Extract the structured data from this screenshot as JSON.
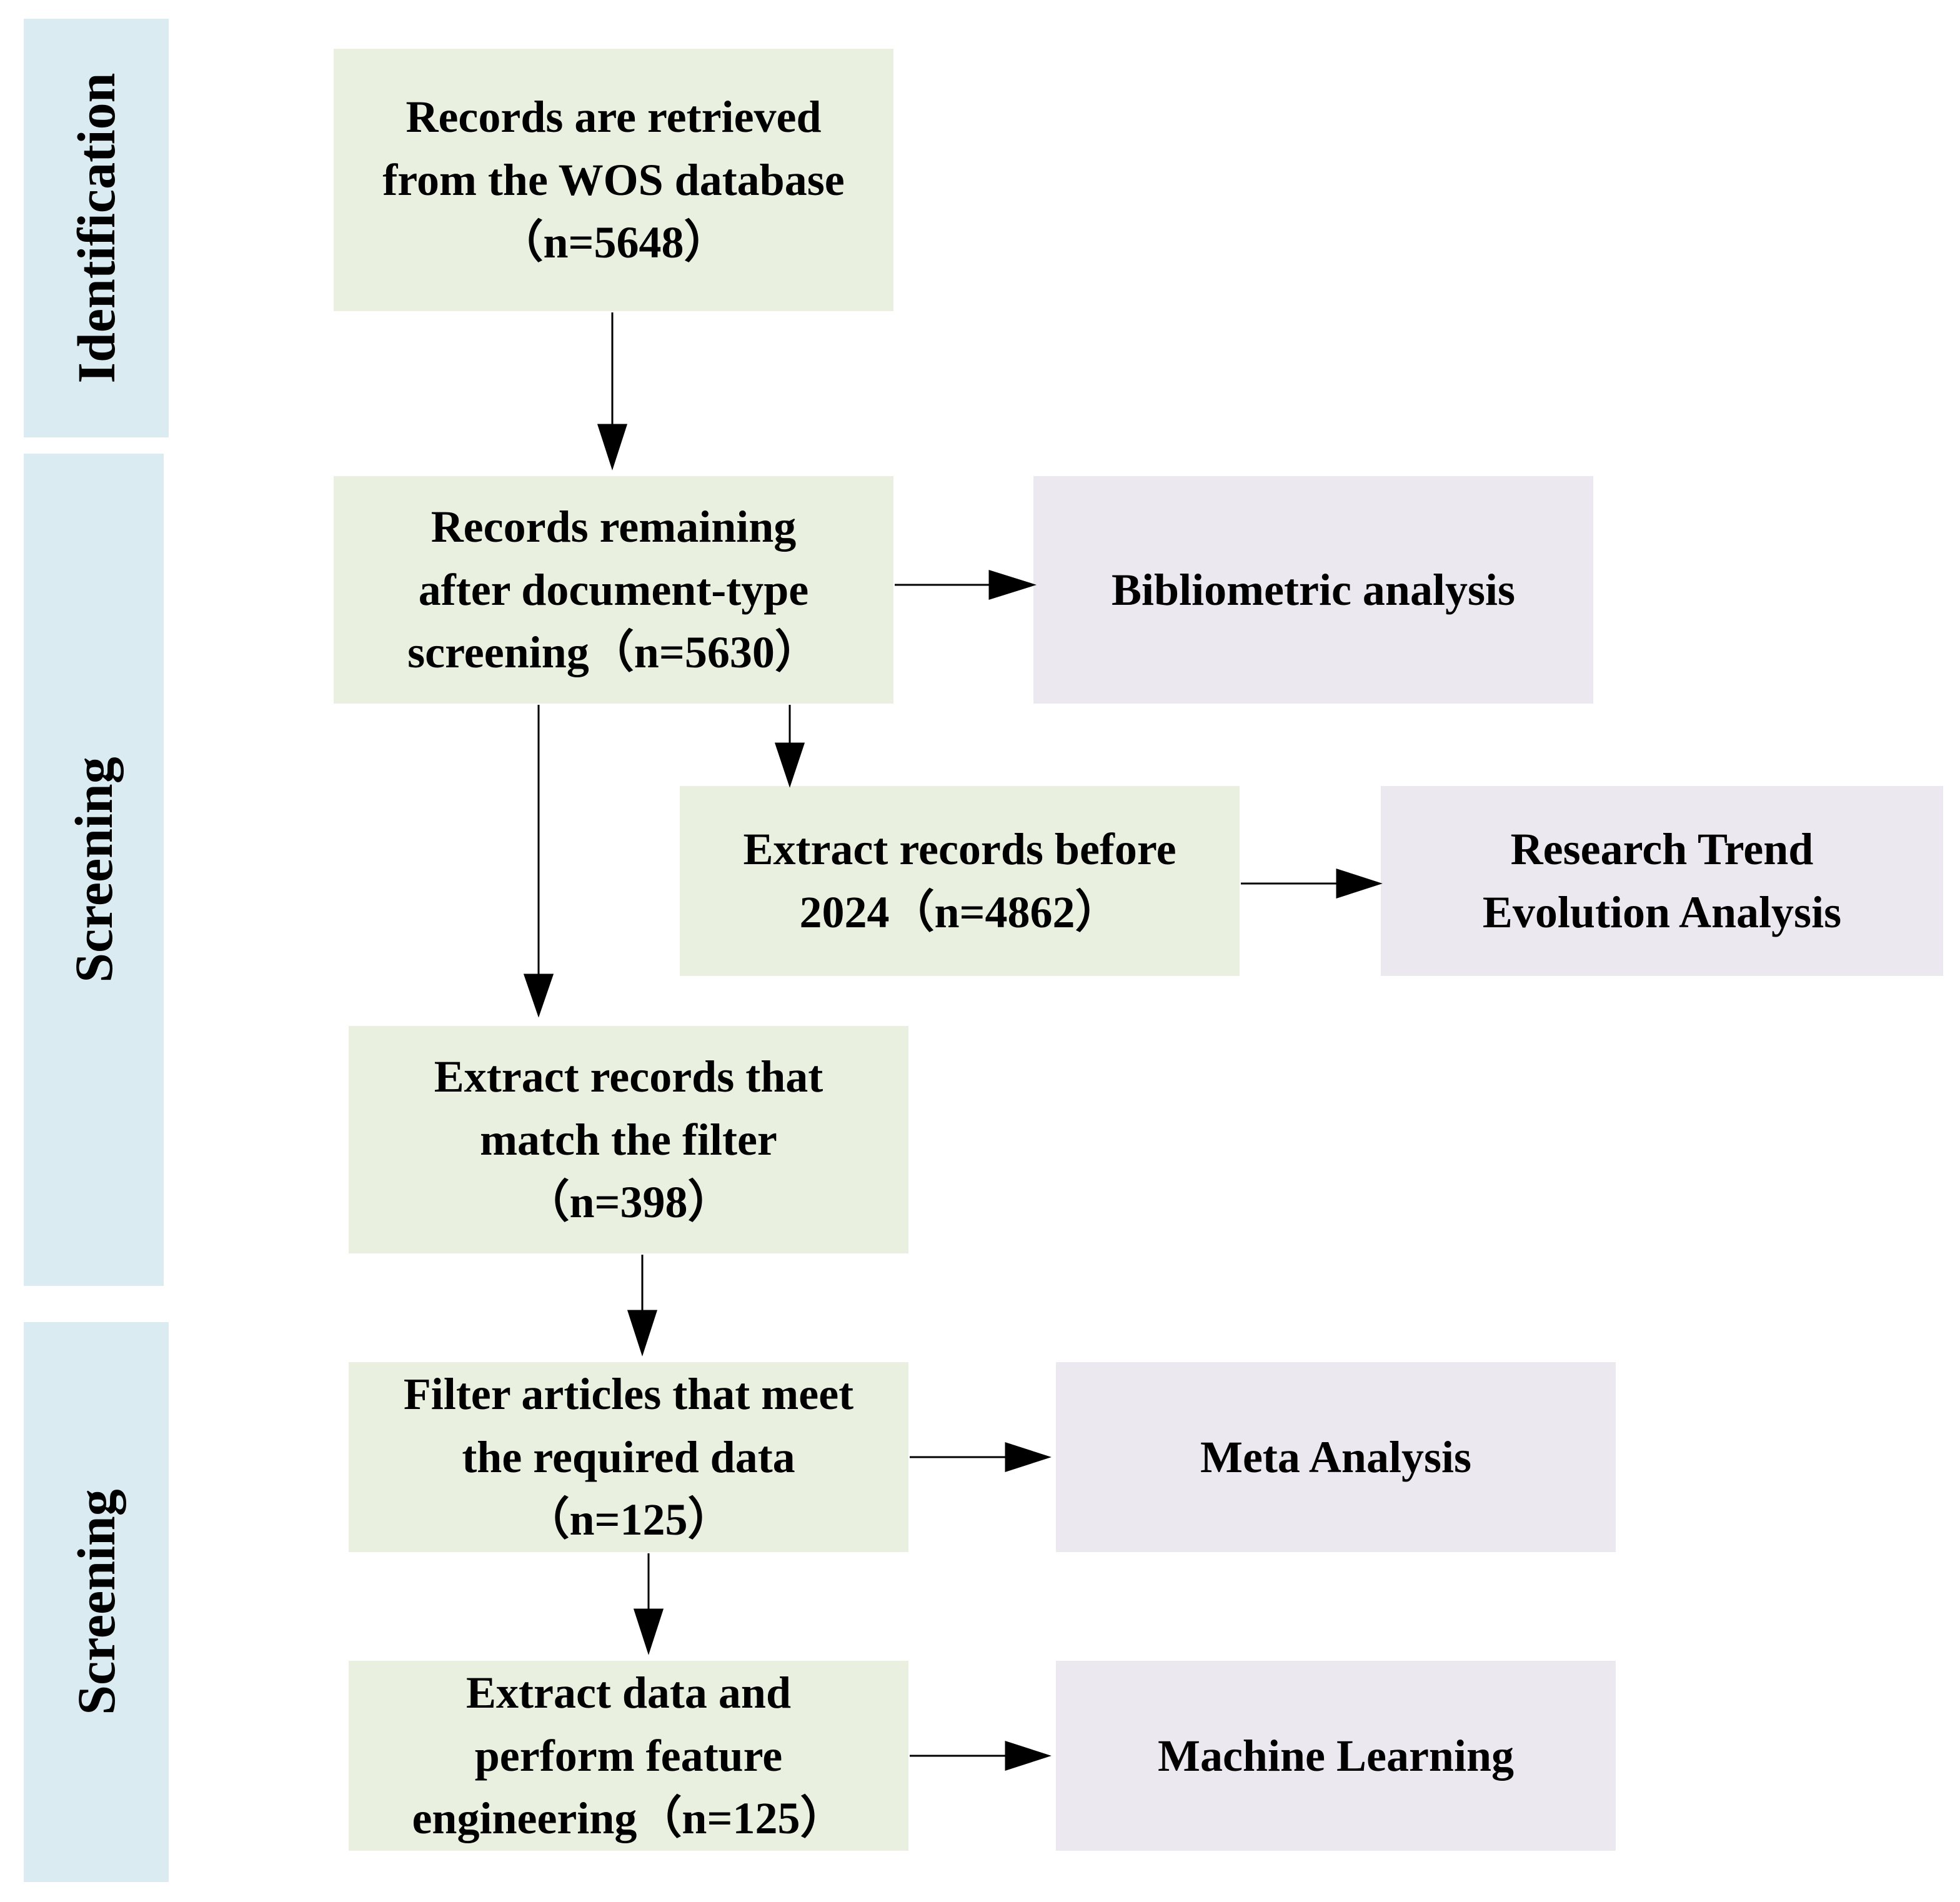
{
  "stages": [
    {
      "label": "Identification"
    },
    {
      "label": "Screening"
    },
    {
      "label": "Screening"
    }
  ],
  "boxes": {
    "retrieved": {
      "lines": [
        "Records are retrieved",
        "from the WOS database",
        "（n=5648）"
      ]
    },
    "doctype": {
      "lines": [
        "Records remaining",
        "after document-type",
        "screening（n=5630）"
      ]
    },
    "before2024": {
      "lines": [
        "Extract records before",
        "2024（n=4862）"
      ]
    },
    "filter": {
      "lines": [
        "Extract records that",
        "match the filter",
        "（n=398）"
      ]
    },
    "required": {
      "lines": [
        "Filter articles that meet",
        "the required data",
        "（n=125）"
      ]
    },
    "feature": {
      "lines": [
        "Extract data and",
        "perform feature",
        "engineering（n=125）"
      ]
    }
  },
  "outputs": {
    "bibliometric": {
      "lines": [
        "Bibliometric analysis"
      ]
    },
    "trend": {
      "lines": [
        "Research Trend",
        "Evolution Analysis"
      ]
    },
    "meta": {
      "lines": [
        "Meta Analysis"
      ]
    },
    "ml": {
      "lines": [
        "Machine Learning"
      ]
    }
  },
  "colors": {
    "stage_fill": "#daebf1",
    "process_fill": "#e9f0df",
    "output_fill": "#ebe8f0",
    "arrow": "#000000"
  }
}
